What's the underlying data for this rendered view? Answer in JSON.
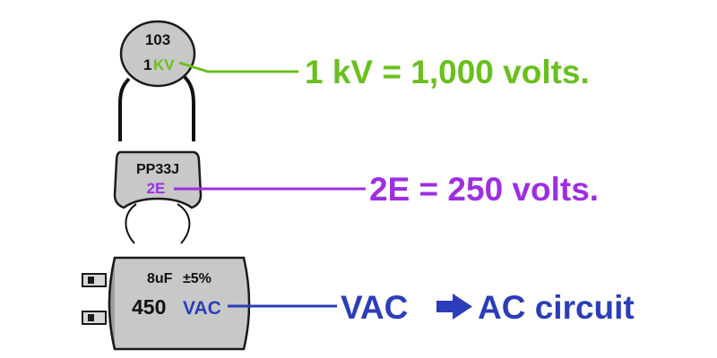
{
  "colors": {
    "voltage_kv": "#6abf1e",
    "voltage_code": "#9d2fe0",
    "ac_circuit": "#2b3db8",
    "body_gray": "#c8c8c8",
    "outline": "#1a1a1a"
  },
  "ceramic_disc": {
    "code": "103",
    "value_prefix": "1",
    "voltage_marking": "KV",
    "callout": "1 kV = 1,000 volts."
  },
  "film_capacitor": {
    "code": "PP33J",
    "voltage_marking": "2E",
    "callout": "2E = 250 volts."
  },
  "can_capacitor": {
    "capacitance": "8uF",
    "tolerance": "±5%",
    "voltage_number": "450",
    "voltage_type": "VAC",
    "callout_left": "VAC",
    "arrow_icon": "right-arrow",
    "callout_right": "AC circuit"
  }
}
